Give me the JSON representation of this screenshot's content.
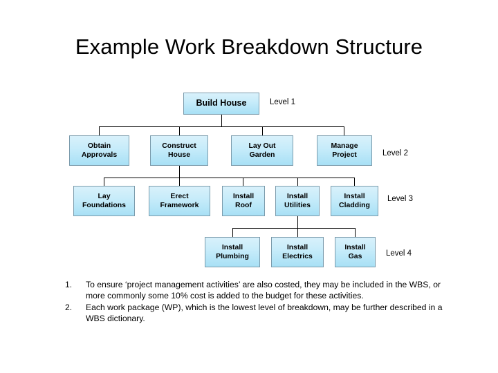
{
  "slide": {
    "title": "Example Work Breakdown Structure"
  },
  "levels": [
    {
      "caption": "Level 1"
    },
    {
      "caption": "Level 2"
    },
    {
      "caption": "Level 3"
    },
    {
      "caption": "Level 4"
    }
  ],
  "nodes": {
    "level1": [
      {
        "label": "Build House"
      }
    ],
    "level2": [
      {
        "label": "Obtain\nApprovals",
        "line1": "Obtain",
        "line2": "Approvals"
      },
      {
        "label": "Construct\nHouse",
        "line1": "Construct",
        "line2": "House"
      },
      {
        "label": "Lay Out\nGarden",
        "line1": "Lay Out",
        "line2": "Garden"
      },
      {
        "label": "Manage\nProject",
        "line1": "Manage",
        "line2": "Project"
      }
    ],
    "level3": [
      {
        "label": "Lay\nFoundations",
        "line1": "Lay",
        "line2": "Foundations"
      },
      {
        "label": "Erect\nFramework",
        "line1": "Erect",
        "line2": "Framework"
      },
      {
        "label": "Install\nRoof",
        "line1": "Install",
        "line2": "Roof"
      },
      {
        "label": "Install\nUtilities",
        "line1": "Install",
        "line2": "Utilities"
      },
      {
        "label": "Install\nCladding",
        "line1": "Install",
        "line2": "Cladding"
      }
    ],
    "level4": [
      {
        "label": "Install\nPlumbing",
        "line1": "Install",
        "line2": "Plumbing"
      },
      {
        "label": "Install\nElectrics",
        "line1": "Install",
        "line2": "Electrics"
      },
      {
        "label": "Install\nGas",
        "line1": "Install",
        "line2": "Gas"
      }
    ]
  },
  "notes": [
    {
      "number": "1.",
      "text": "To ensure ‘project management activities’ are also costed, they may be included in the WBS, or more commonly some 10% cost is added to the budget for these activities."
    },
    {
      "number": "2.",
      "text": "Each work package (WP), which is the lowest level of breakdown, may be further described in a WBS dictionary."
    }
  ],
  "colors": {
    "box_fill_top": "#d9f1fb",
    "box_fill_bottom": "#a8e0f5",
    "box_border": "#7a9aab",
    "connector": "#000000",
    "text": "#000000",
    "background": "#ffffff"
  }
}
